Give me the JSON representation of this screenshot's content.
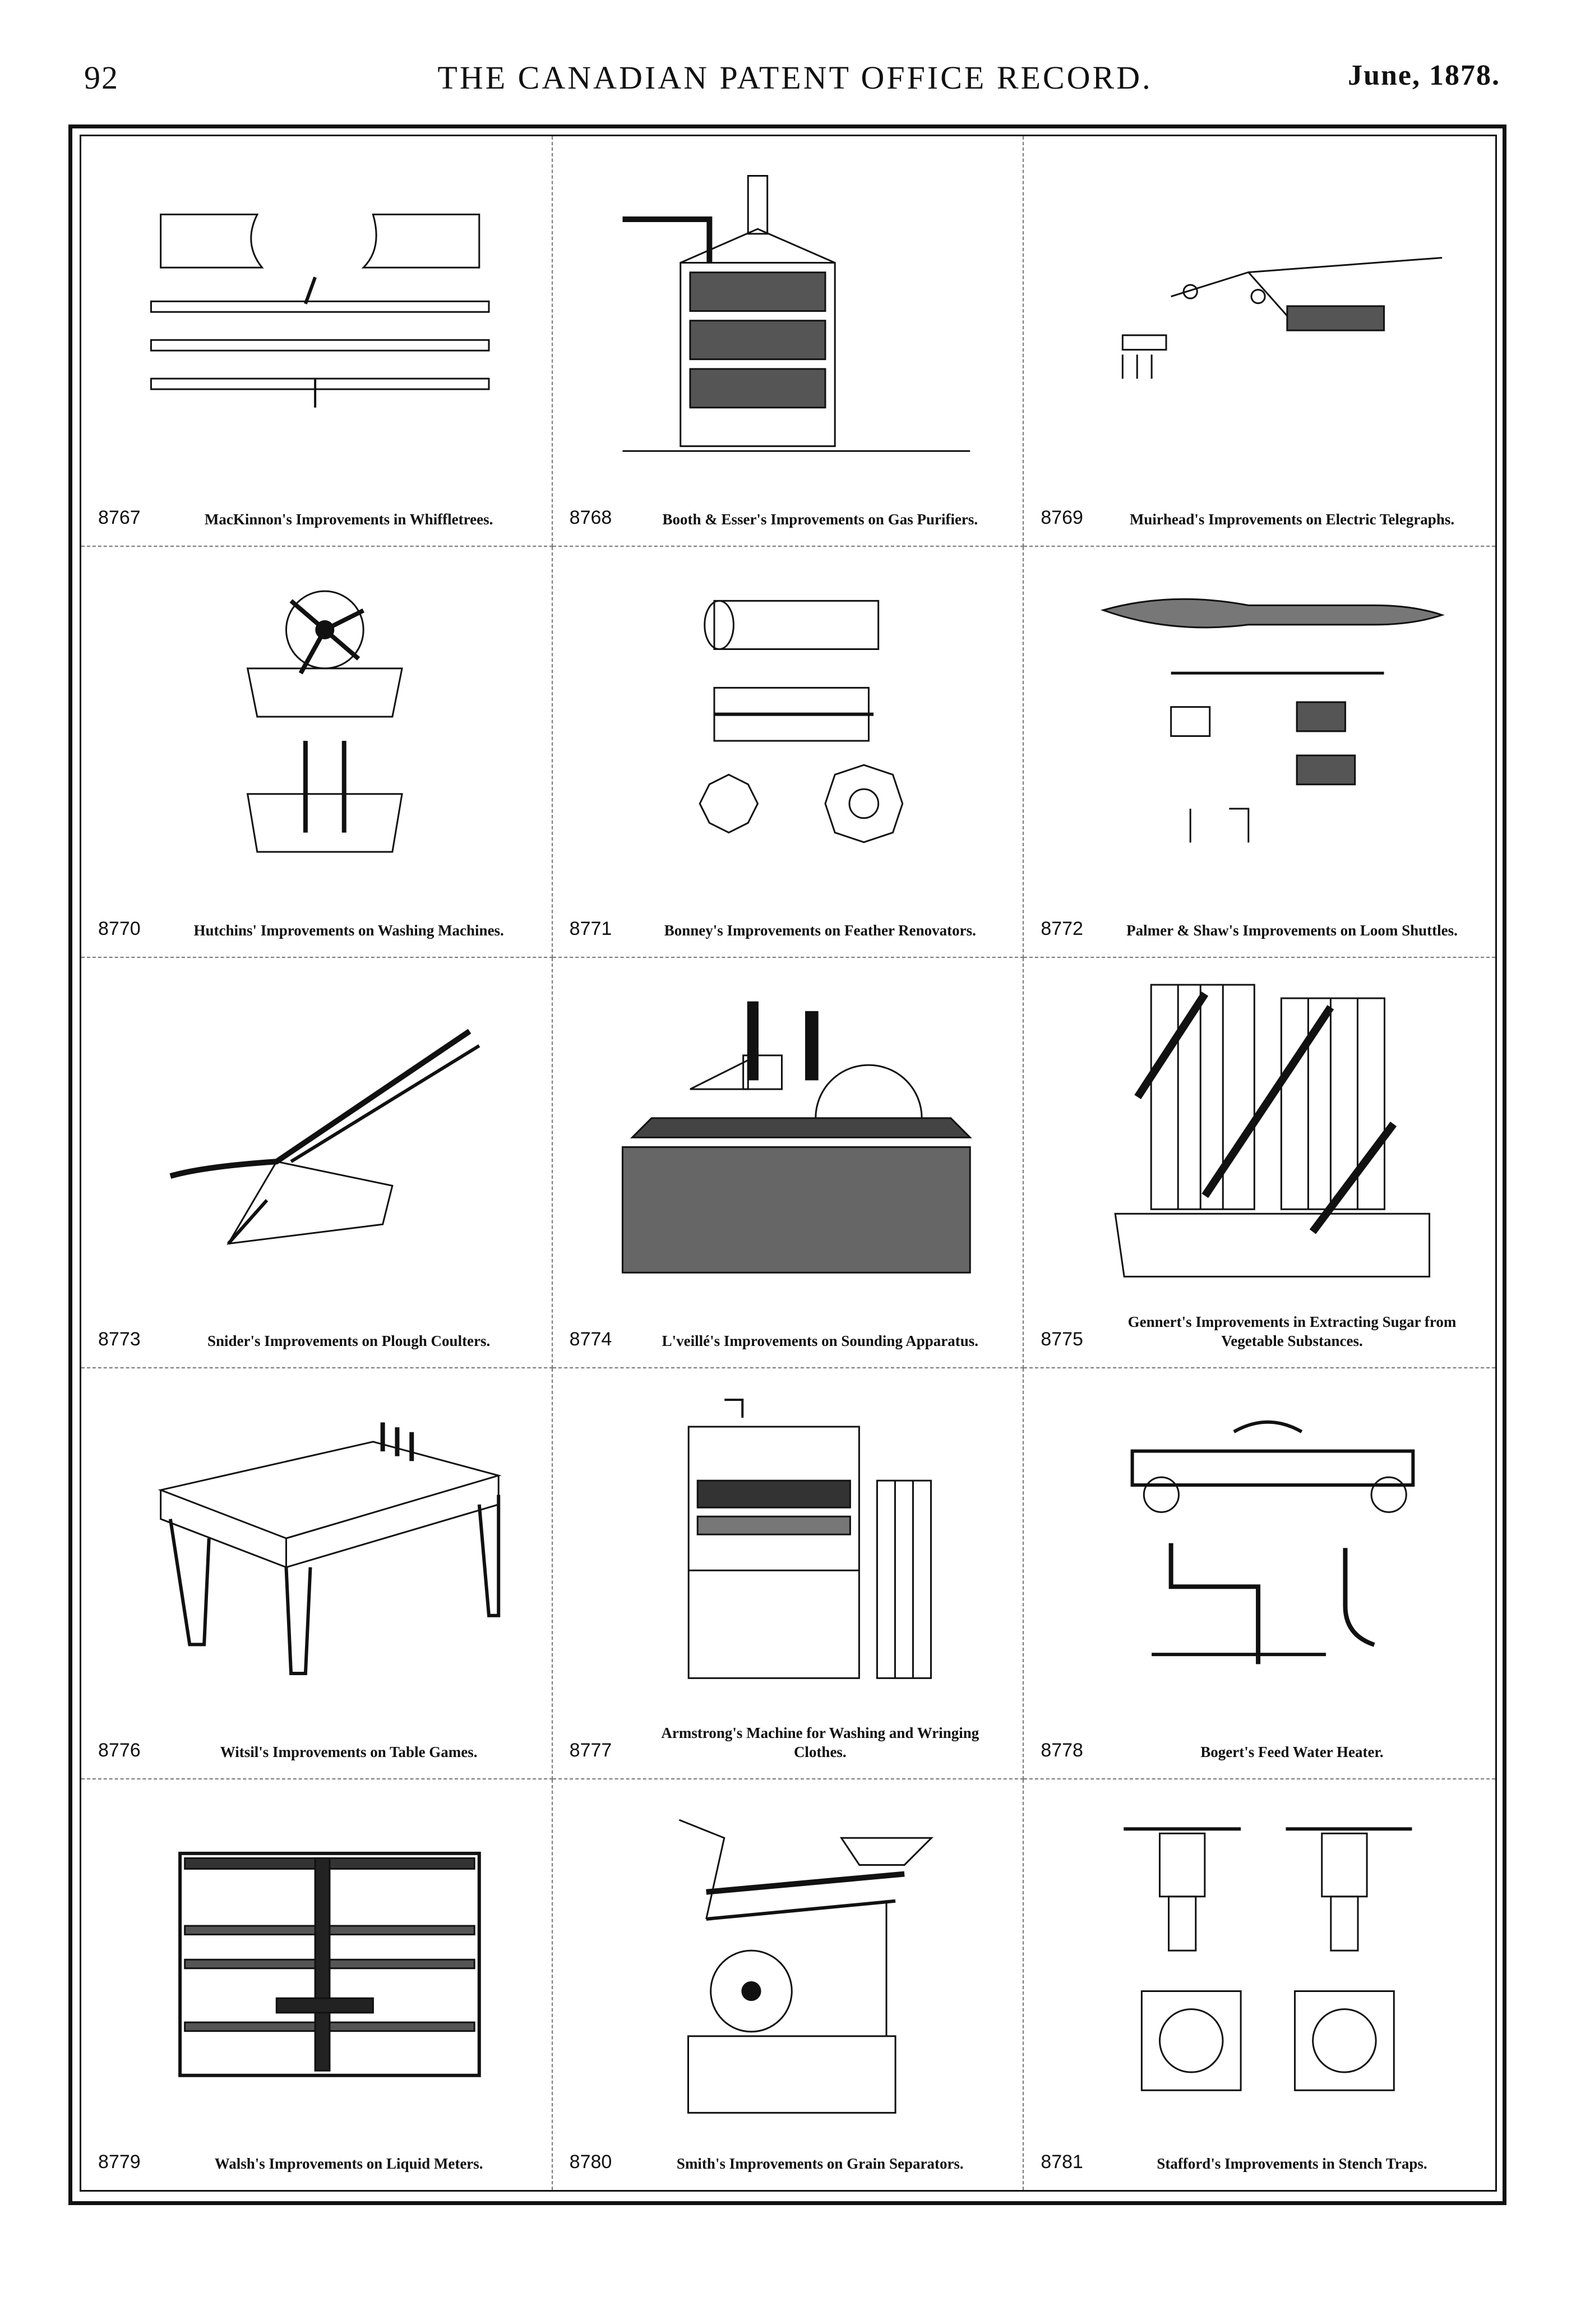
{
  "header": {
    "page_number": "92",
    "title": "THE CANADIAN PATENT OFFICE RECORD.",
    "date": "June, 1878."
  },
  "patents": [
    {
      "number": "8767",
      "title": "MacKinnon's Improvements in Whiffletrees.",
      "figure": "whiffletrees"
    },
    {
      "number": "8768",
      "title": "Booth & Esser's Improvements on Gas Purifiers.",
      "figure": "gas-purifier"
    },
    {
      "number": "8769",
      "title": "Muirhead's Improvements on Electric Telegraphs.",
      "figure": "telegraph"
    },
    {
      "number": "8770",
      "title": "Hutchins' Improvements on Washing Machines.",
      "figure": "washing-machine"
    },
    {
      "number": "8771",
      "title": "Bonney's Improvements on Feather Renovators.",
      "figure": "feather-renovator"
    },
    {
      "number": "8772",
      "title": "Palmer & Shaw's Improvements on Loom Shuttles.",
      "figure": "loom-shuttle"
    },
    {
      "number": "8773",
      "title": "Snider's Improvements on Plough Coulters.",
      "figure": "plough"
    },
    {
      "number": "8774",
      "title": "L'veillé's Improvements on Sounding Apparatus.",
      "figure": "steamboat"
    },
    {
      "number": "8775",
      "title": "Gennert's Improvements in Extracting Sugar from Vegetable Substances.",
      "figure": "sugar-vessels"
    },
    {
      "number": "8776",
      "title": "Witsil's Improvements on Table Games.",
      "figure": "table-game"
    },
    {
      "number": "8777",
      "title": "Armstrong's Machine for Washing and Wringing Clothes.",
      "figure": "wringer"
    },
    {
      "number": "8778",
      "title": "Bogert's Feed Water Heater.",
      "figure": "water-heater"
    },
    {
      "number": "8779",
      "title": "Walsh's Improvements on Liquid Meters.",
      "figure": "liquid-meter"
    },
    {
      "number": "8780",
      "title": "Smith's Improvements on Grain Separators.",
      "figure": "grain-separator"
    },
    {
      "number": "8781",
      "title": "Stafford's Improvements in Stench Traps.",
      "figure": "stench-trap"
    }
  ]
}
